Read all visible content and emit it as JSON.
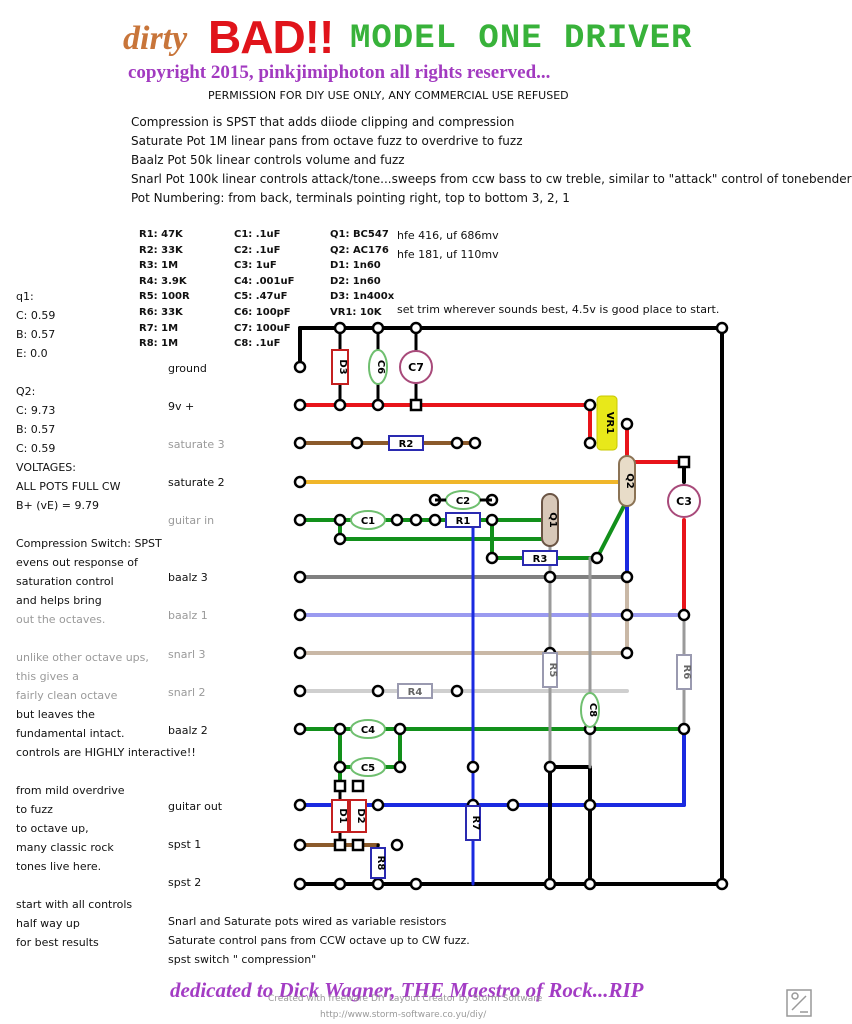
{
  "header": {
    "title_dirty": "dirty",
    "title_bad": "BAD!!",
    "title_model": "MODEL ONE DRIVER",
    "copyright": "copyright 2015, pinkjimiphoton all rights reserved...",
    "permission": "PERMISSION FOR DIY USE ONLY, ANY COMMERCIAL USE REFUSED"
  },
  "description": [
    "Compression is SPST  that adds  diiode clipping and compression",
    "Saturate Pot 1M linear    pans from octave fuzz to  overdrive to fuzz",
    "Baalz Pot 50k linear        controls volume and fuzz",
    "Snarl Pot 100k linear      controls attack/tone...sweeps from ccw bass  to cw treble, similar to  \"attack\" control of tonebender",
    "Pot Numbering: from back, terminals  pointing right, top to bottom  3, 2, 1"
  ],
  "parts": {
    "resistors": [
      "R1: 47K",
      "R2: 33K",
      "R3: 1M",
      "R4: 3.9K",
      "R5: 100R",
      "R6: 33K",
      "R7: 1M",
      "R8: 1M"
    ],
    "capacitors": [
      "C1: .1uF",
      "C2: .1uF",
      "C3: 1uF",
      "C4: .001uF",
      "C5: .47uF",
      "C6: 100pF",
      "C7: 100uF",
      "C8: .1uF"
    ],
    "semis": [
      "Q1: BC547",
      "Q2: AC176",
      "D1: 1n60",
      "D2: 1n60",
      "D3: 1n400x",
      "VR1: 10K"
    ],
    "hfe_q1": "hfe 416, uf 686mv",
    "hfe_q2": "hfe 181, uf 110mv",
    "trim_note": "set trim wherever sounds best, 4.5v  is good place to start."
  },
  "voltages": [
    "q1:",
    "C: 0.59",
    "B: 0.57",
    "E: 0.0",
    "",
    "Q2:",
    "C: 9.73",
    "B: 0.57",
    "C: 0.59",
    "VOLTAGES:",
    "ALL POTS FULL CW",
    "B+ (vE) = 9.79"
  ],
  "notes": [
    "Compression Switch: SPST",
    "evens out response of",
    "saturation control",
    "and helps bring",
    "out the octaves.",
    "",
    "unlike other octave ups,",
    "this gives a",
    "fairly clean octave",
    "but leaves the",
    "fundamental intact.",
    "controls are HIGHLY interactive!!",
    "",
    "from mild overdrive",
    "to fuzz",
    "to octave up,",
    "many classic rock",
    "tones live here.",
    "",
    "start with all controls",
    "half way up",
    "for best results"
  ],
  "wire_labels": [
    "ground",
    "9v +",
    "saturate 3",
    "saturate 2",
    "guitar in",
    "baalz 3",
    "baalz 1",
    "snarl 3",
    "snarl 2",
    "baalz 2",
    "guitar out",
    "spst 1",
    "spst 2"
  ],
  "bottom_notes": [
    "Snarl and Saturate pots wired as variable resistors",
    "Saturate control pans from CCW octave up to CW fuzz.",
    "spst switch \" compression\""
  ],
  "component_labels": {
    "d3": "D3",
    "c6": "C6",
    "c7": "C7",
    "vr1": "VR1",
    "r2": "R2",
    "q2": "Q2",
    "c3": "C3",
    "c2": "C2",
    "c1": "C1",
    "r1": "R1",
    "q1": "Q1",
    "r3": "R3",
    "r5": "R5",
    "r6": "R6",
    "r4": "R4",
    "c8": "C8",
    "c4": "C4",
    "c5": "C5",
    "d1": "D1",
    "d2": "D2",
    "r7": "R7",
    "r8": "R8"
  },
  "footer": {
    "dedicated": "dedicated to Dick Wagner, THE Maestro of Rock...RIP",
    "credit_line1": "Created with freeware DIY Layout Creator by Storm Software",
    "credit_line2": "http://www.storm-software.co.yu/diy/"
  },
  "colors": {
    "ground": "#000000",
    "v9": "#e8141a",
    "saturate3": "#8b5a2b",
    "saturate2": "#f0b62a",
    "guitar_in": "#12901b",
    "baalz3": "#808080",
    "baalz1": "#9a9af0",
    "snarl3": "#c9b8a6",
    "snarl2": "#cfcfcf",
    "baalz2": "#12901b",
    "guitar_out": "#1a2ae0",
    "spst1": "#8b5a2b",
    "spst2": "#000000"
  }
}
